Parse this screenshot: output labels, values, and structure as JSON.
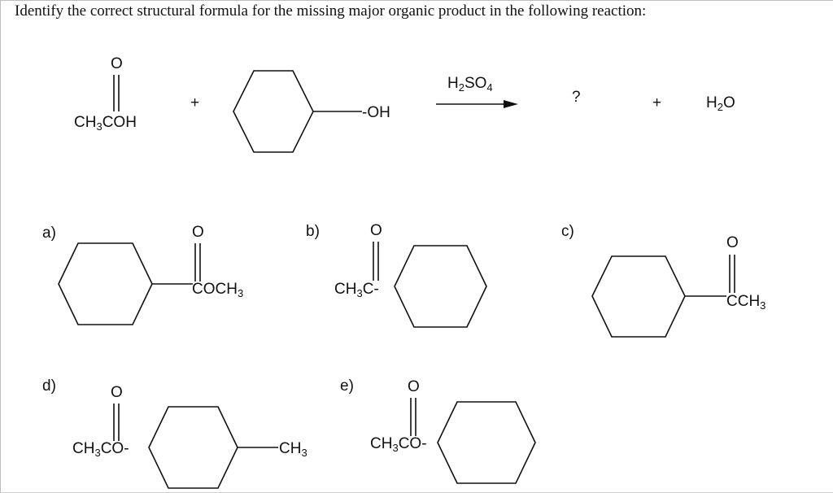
{
  "question": "Identify the correct structural formula for the missing major organic product in the following reaction:",
  "reaction": {
    "acid": {
      "formula": "CH3COH",
      "carbonyl_o": "O"
    },
    "plus": "+",
    "alcohol": {
      "group": "-OH"
    },
    "catalyst": "H2SO4",
    "product": "?",
    "byproduct": "H2O"
  },
  "choices": [
    {
      "letter": "a)",
      "group": "-COCH3",
      "o": "O"
    },
    {
      "letter": "b)",
      "group": "CH3C-",
      "o": "O"
    },
    {
      "letter": "c)",
      "group": "-CCH3",
      "o": "O"
    },
    {
      "letter": "d)",
      "left": "CH3CO-",
      "right": "-CH3",
      "o": "O"
    },
    {
      "letter": "e)",
      "group": "CH3CO-",
      "o": "O"
    }
  ]
}
